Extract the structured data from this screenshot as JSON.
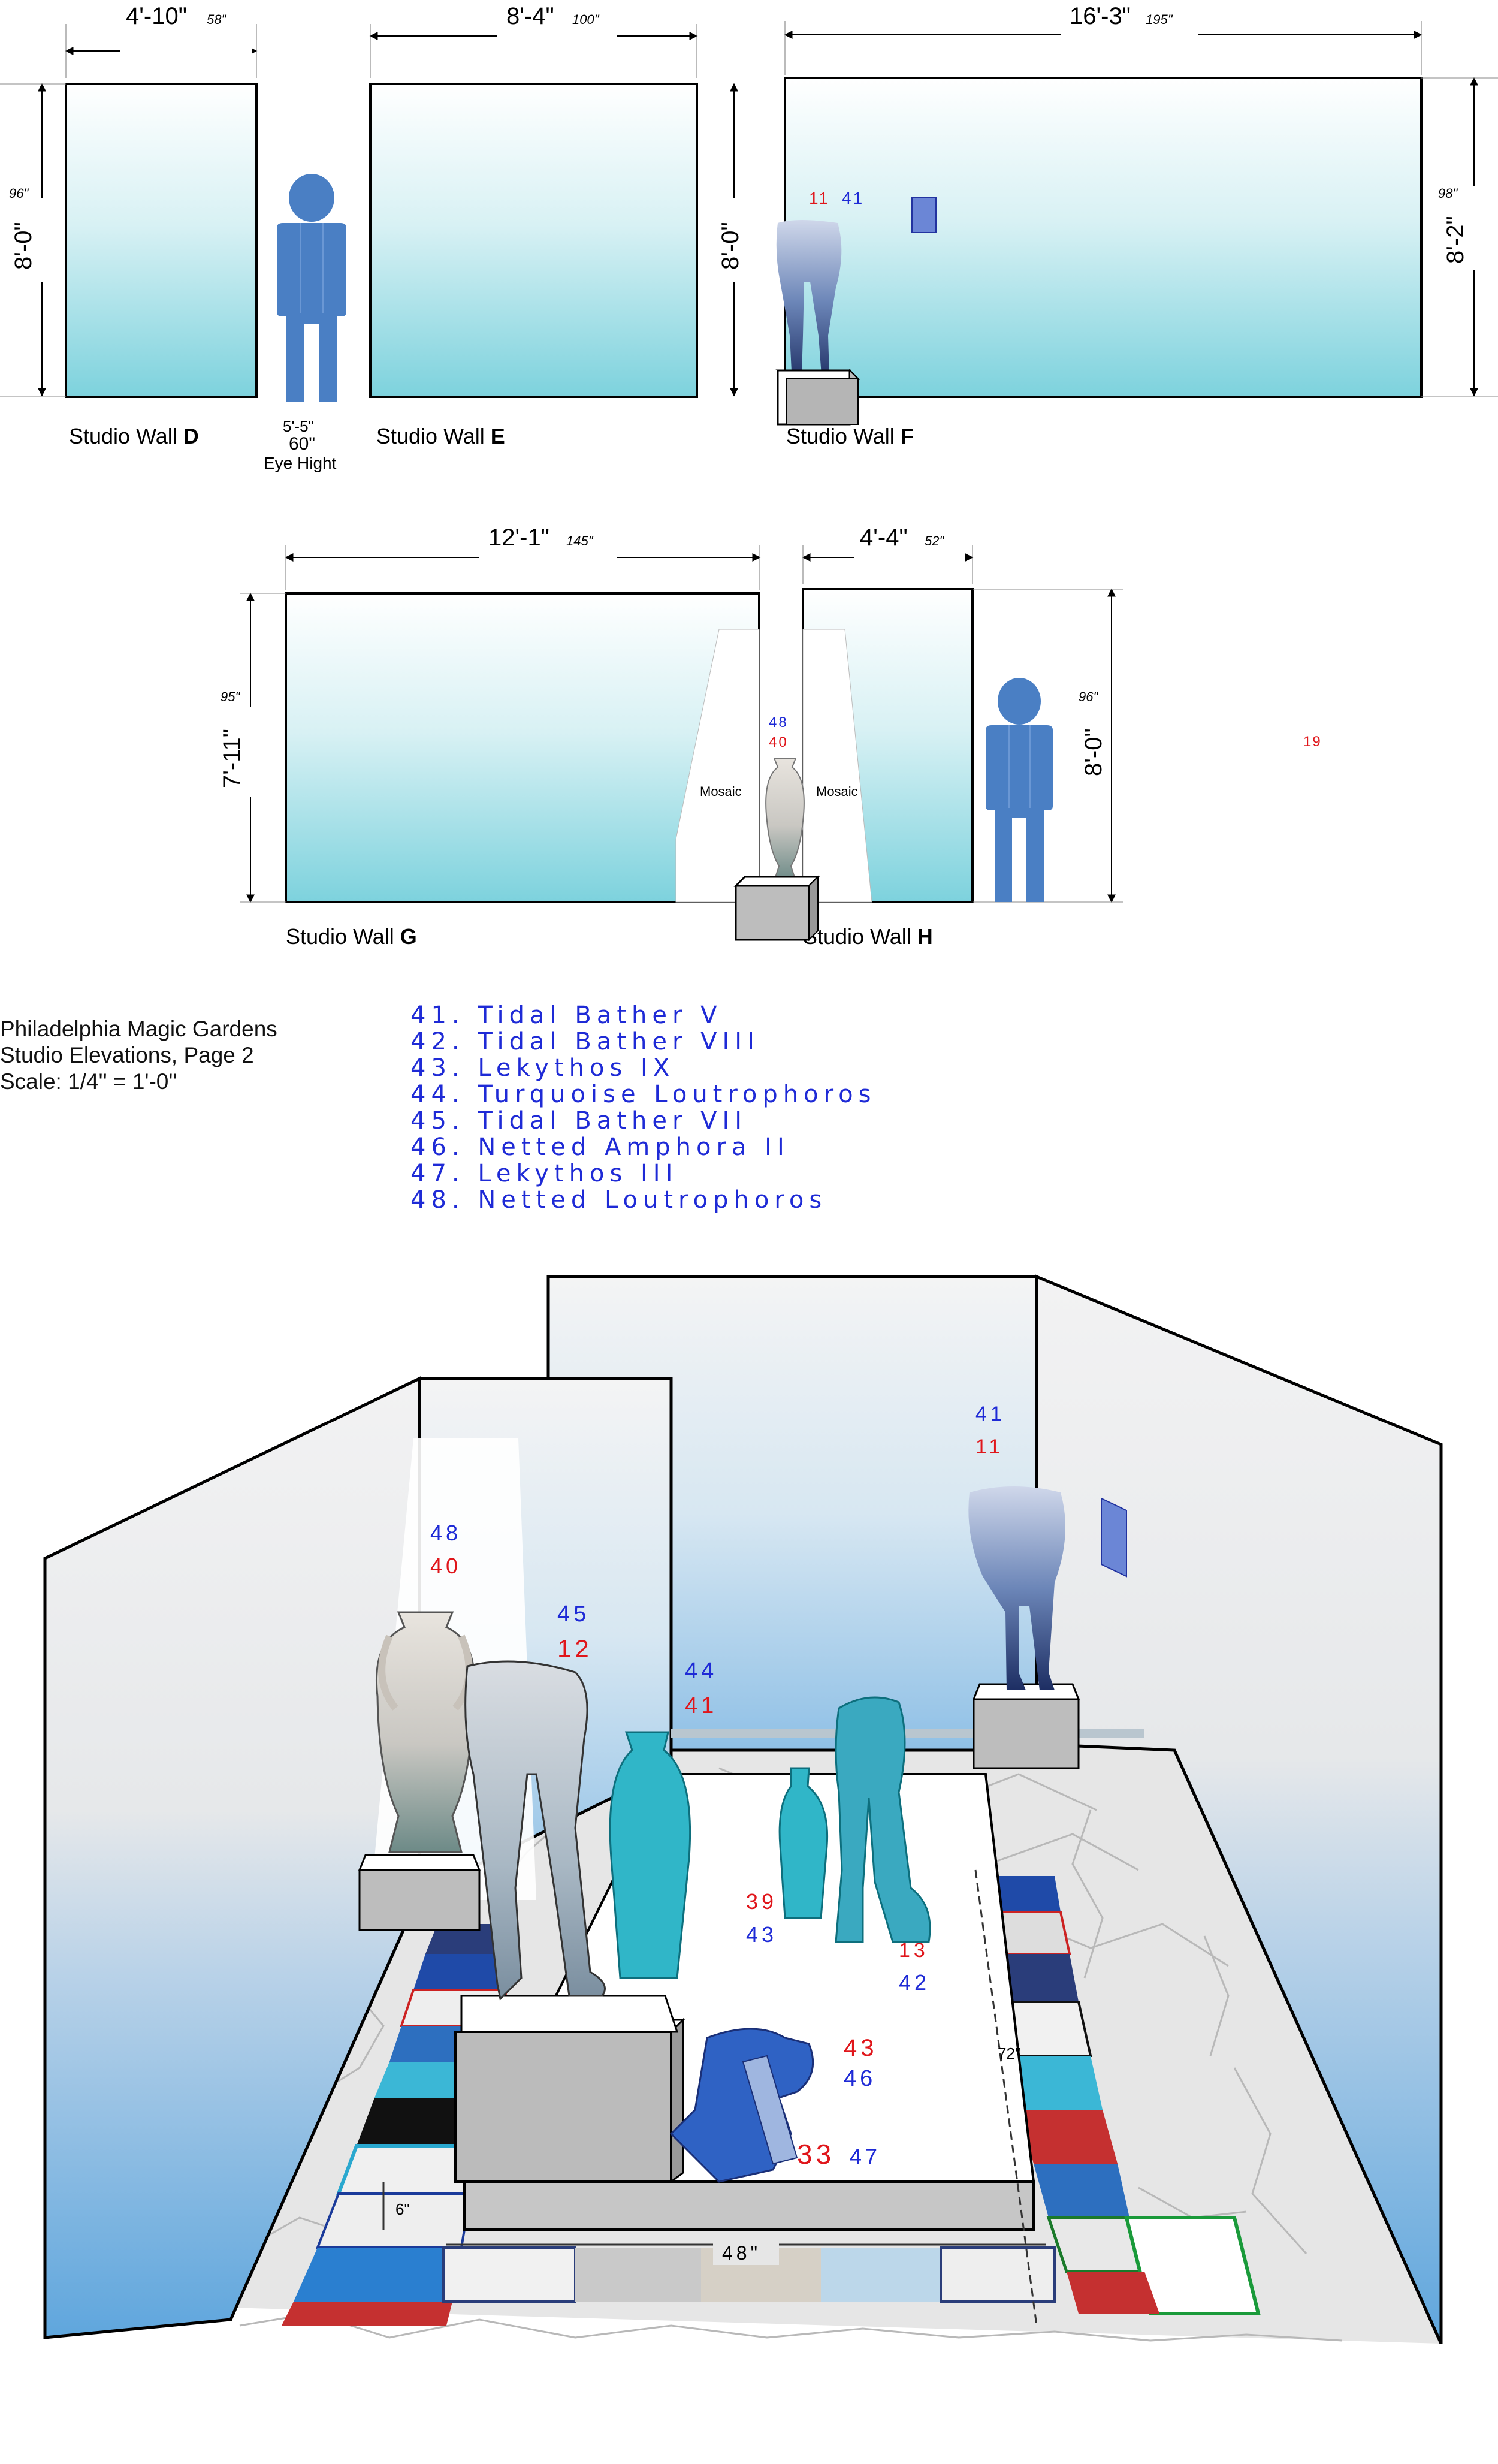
{
  "walls": {
    "D": {
      "dim": "4'-10\"",
      "dim_small": "58\"",
      "height": "8'-0\"",
      "height_small": "96\"",
      "label": "Studio Wall",
      "letter": "D"
    },
    "E": {
      "dim": "8'-4\"",
      "dim_small": "100\"",
      "height": "8'-0\"",
      "label": "Studio Wall",
      "letter": "E"
    },
    "F": {
      "dim": "16'-3\"",
      "dim_small": "195\"",
      "height": "8'-2\"",
      "height_small": "98\"",
      "label": "Studio Wall",
      "letter": "F"
    },
    "G": {
      "dim": "12'-1\"",
      "dim_small": "145\"",
      "height": "7'-11\"",
      "height_small": "95\"",
      "label": "Studio Wall",
      "letter": "G"
    },
    "H": {
      "dim": "4'-4\"",
      "dim_small": "52\"",
      "height": "8'-0\"",
      "height_small": "96\"",
      "label": "Studio Wall",
      "letter": "H"
    }
  },
  "figure": {
    "height_ft": "5'-5\"",
    "height_in": "60\"",
    "caption": "Eye Hight"
  },
  "mosaic_label": "Mosaic",
  "elevation_markers": {
    "wall_f_red": "11",
    "wall_f_blue": "41",
    "wall_gh_blue": "48",
    "wall_gh_red": "40",
    "stray_red": "19"
  },
  "info": {
    "line1": "Philadelphia Magic Gardens",
    "line2": "Studio Elevations, Page 2",
    "line3": "Scale: 1/4'' = 1'-0''"
  },
  "legend": [
    "41. Tidal Bather V",
    "42. Tidal Bather VIII",
    "43. Lekythos IX",
    "44. Turquoise Loutrophoros",
    "45. Tidal Bather VII",
    "46. Netted Amphora II",
    "47. Lekythos III",
    "48. Netted Loutrophoros"
  ],
  "perspective": {
    "m41_blue": "41",
    "m41_red": "11",
    "m48_blue": "48",
    "m48_red": "40",
    "m45_blue": "45",
    "m45_red": "12",
    "m44_blue": "44",
    "m44_red": "41",
    "m39_red": "39",
    "m43_blue": "43",
    "m13_red": "13",
    "m42_blue": "42",
    "m43_red": "43",
    "m46_blue": "46",
    "m33_red": "33",
    "m47_blue": "47",
    "dim_72": "72\"",
    "dim_6": "6\"",
    "dim_48": "48\""
  },
  "colors": {
    "wall_top": "#ffffff",
    "wall_bottom": "#7fd3de",
    "person": "#4a7fc4",
    "marker_red": "#e0161b",
    "marker_blue": "#1e2ad6"
  }
}
